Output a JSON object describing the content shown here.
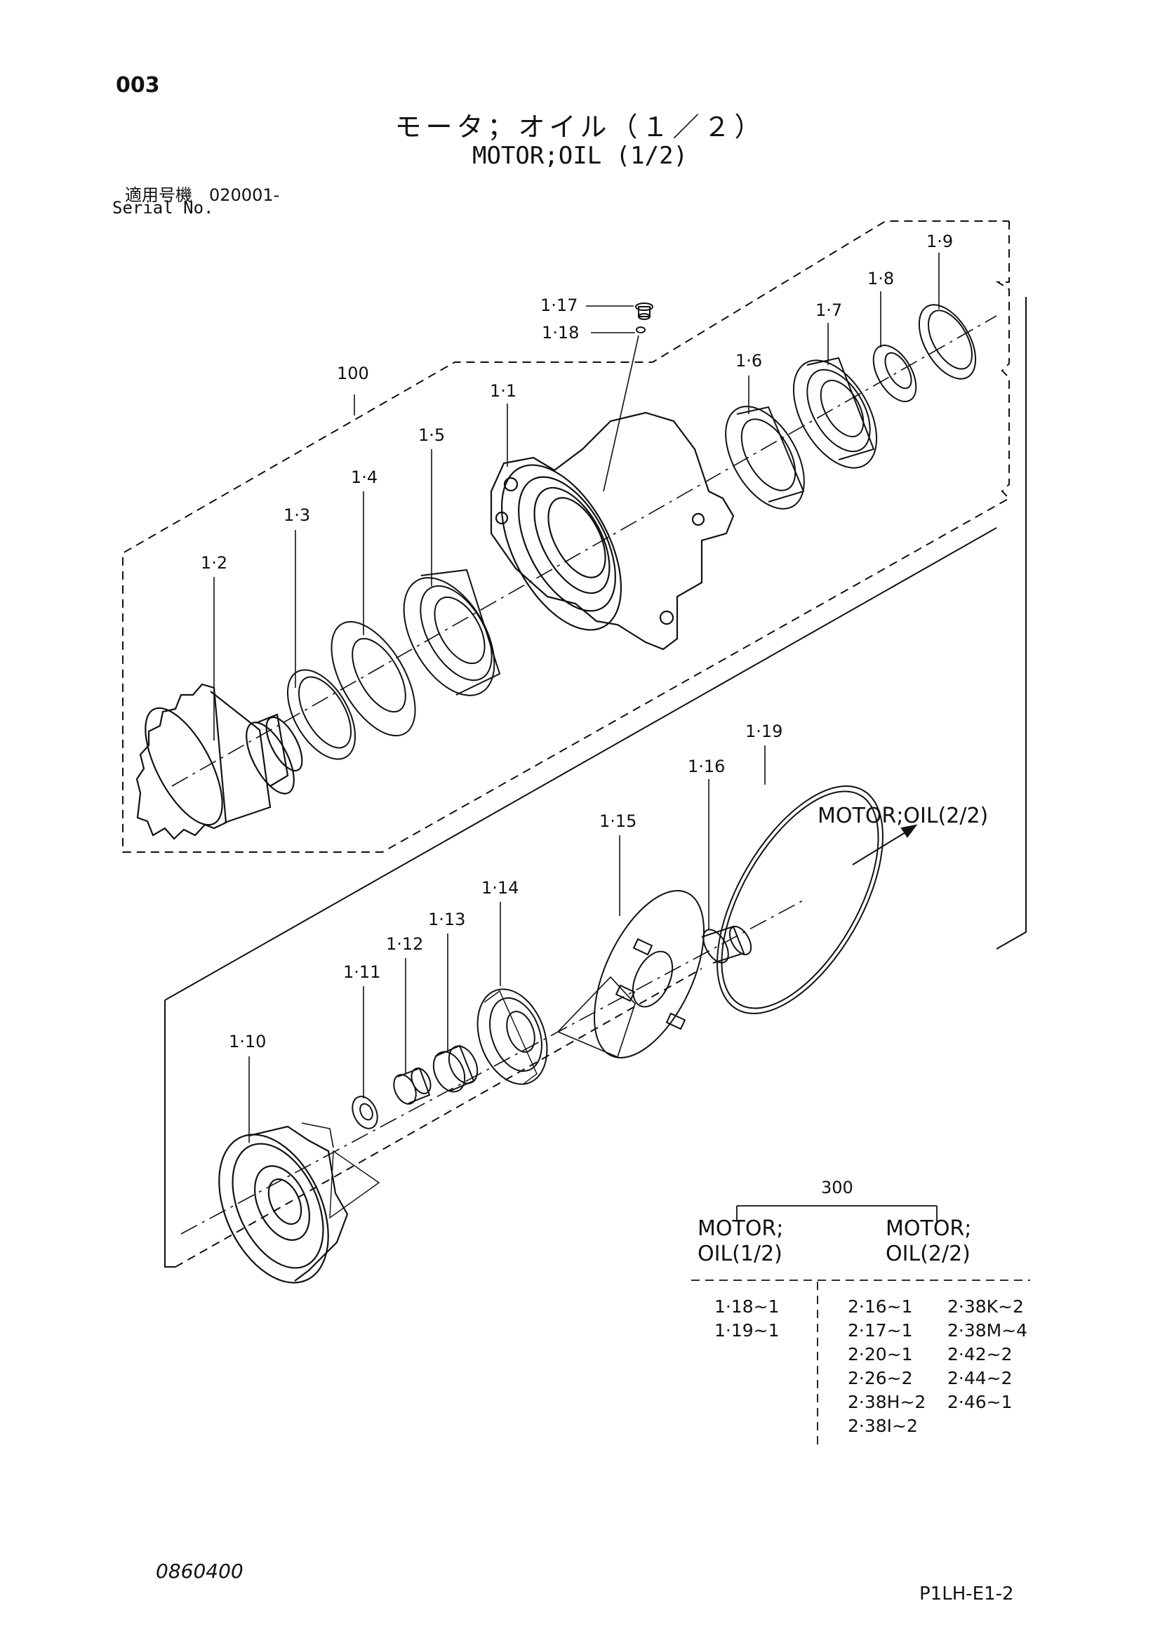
{
  "page": {
    "number": "003",
    "doc_no": "0860400",
    "page_ref": "P1LH-E1-2"
  },
  "title": {
    "jp": "モータ；オイル（１／２）",
    "en": "MOTOR;OIL (1/2)"
  },
  "serial": {
    "jp": "適用号機　020001-",
    "en": "Serial No."
  },
  "diagram": {
    "group_labels": {
      "g100": "100",
      "g300": "300"
    },
    "part_labels": {
      "p1_1": "1·1",
      "p1_2": "1·2",
      "p1_3": "1·3",
      "p1_4": "1·4",
      "p1_5": "1·5",
      "p1_6": "1·6",
      "p1_7": "1·7",
      "p1_8": "1·8",
      "p1_9": "1·9",
      "p1_10": "1·10",
      "p1_11": "1·11",
      "p1_12": "1·12",
      "p1_13": "1·13",
      "p1_14": "1·14",
      "p1_15": "1·15",
      "p1_16": "1·16",
      "p1_17": "1·17",
      "p1_18": "1·18",
      "p1_19": "1·19"
    },
    "arrow_label": "MOTOR;OIL(2/2)"
  },
  "kit_table": {
    "col1_header": [
      "MOTOR;",
      "OIL(1/2)"
    ],
    "col2_header": [
      "MOTOR;",
      "OIL(2/2)"
    ],
    "col1_items": [
      "1·18~1",
      "1·19~1"
    ],
    "col2a_items": [
      "2·16~1",
      "2·17~1",
      "2·20~1",
      "2·26~2",
      "2·38H~2",
      "2·38I~2"
    ],
    "col2b_items": [
      "2·38K~2",
      "2·38M~4",
      "2·42~2",
      "2·44~2",
      "2·46~1"
    ]
  }
}
